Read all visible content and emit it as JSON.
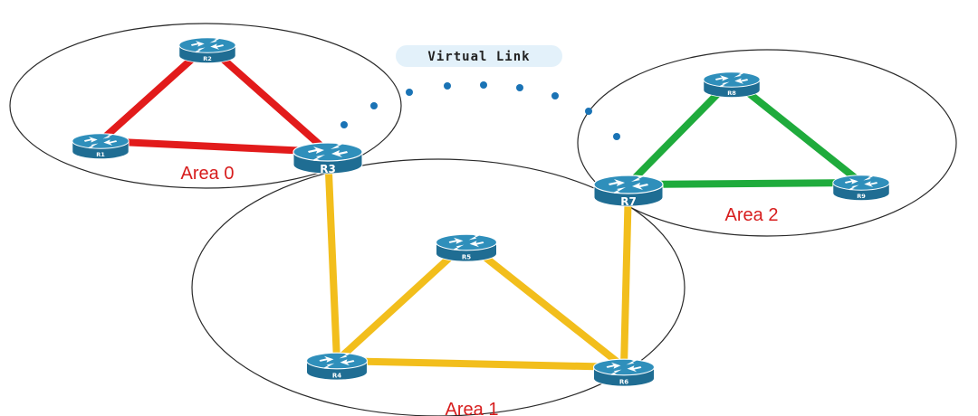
{
  "colors": {
    "area0": "#e21b1b",
    "area1": "#f2be1c",
    "area2": "#1fab3c",
    "virtual_link": "#1a73b5",
    "router_body": "#1f6d93",
    "router_top": "#2f8fbb",
    "virtual_link_badge": "#e3f1fa",
    "area_label_text": "#d71d1d"
  },
  "virtual_link": {
    "label": "Virtual Link"
  },
  "areas": [
    {
      "id": "area0",
      "label": "Area 0"
    },
    {
      "id": "area1",
      "label": "Area 1"
    },
    {
      "id": "area2",
      "label": "Area 2"
    }
  ],
  "routers": [
    {
      "id": "R1",
      "label": "R1"
    },
    {
      "id": "R2",
      "label": "R2"
    },
    {
      "id": "R3",
      "label": "R3"
    },
    {
      "id": "R4",
      "label": "R4"
    },
    {
      "id": "R5",
      "label": "R5"
    },
    {
      "id": "R6",
      "label": "R6"
    },
    {
      "id": "R7",
      "label": "R7"
    },
    {
      "id": "R8",
      "label": "R8"
    },
    {
      "id": "R9",
      "label": "R9"
    }
  ],
  "links": [
    {
      "from": "R1",
      "to": "R2",
      "area": "area0"
    },
    {
      "from": "R2",
      "to": "R3",
      "area": "area0"
    },
    {
      "from": "R1",
      "to": "R3",
      "area": "area0"
    },
    {
      "from": "R3",
      "to": "R4",
      "area": "area1"
    },
    {
      "from": "R4",
      "to": "R5",
      "area": "area1"
    },
    {
      "from": "R5",
      "to": "R6",
      "area": "area1"
    },
    {
      "from": "R4",
      "to": "R6",
      "area": "area1"
    },
    {
      "from": "R6",
      "to": "R7",
      "area": "area1"
    },
    {
      "from": "R7",
      "to": "R8",
      "area": "area2"
    },
    {
      "from": "R8",
      "to": "R9",
      "area": "area2"
    },
    {
      "from": "R7",
      "to": "R9",
      "area": "area2"
    }
  ]
}
